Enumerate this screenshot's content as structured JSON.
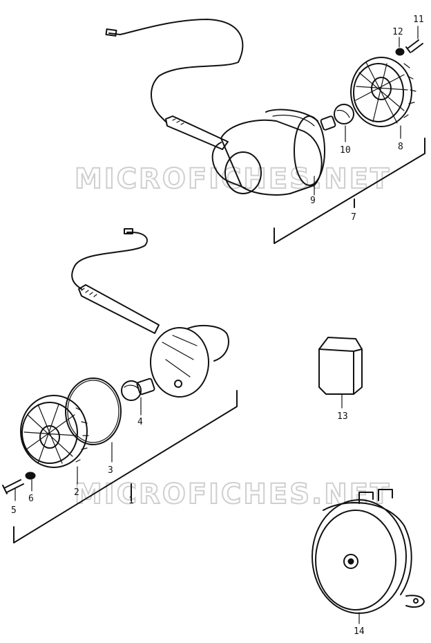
{
  "watermark": {
    "text_top": "MICROFICHES.NET",
    "text_bottom": "MICROFICHES.NET"
  },
  "labels": {
    "p1": "1",
    "p2": "2",
    "p3": "3",
    "p4": "4",
    "p5": "5",
    "p6": "6",
    "p7": "7",
    "p8": "8",
    "p9": "9",
    "p10": "10",
    "p11": "11",
    "p12": "12",
    "p13": "13",
    "p14": "14"
  },
  "colors": {
    "ink": "#111111",
    "watermark": "#cfcfcf"
  }
}
